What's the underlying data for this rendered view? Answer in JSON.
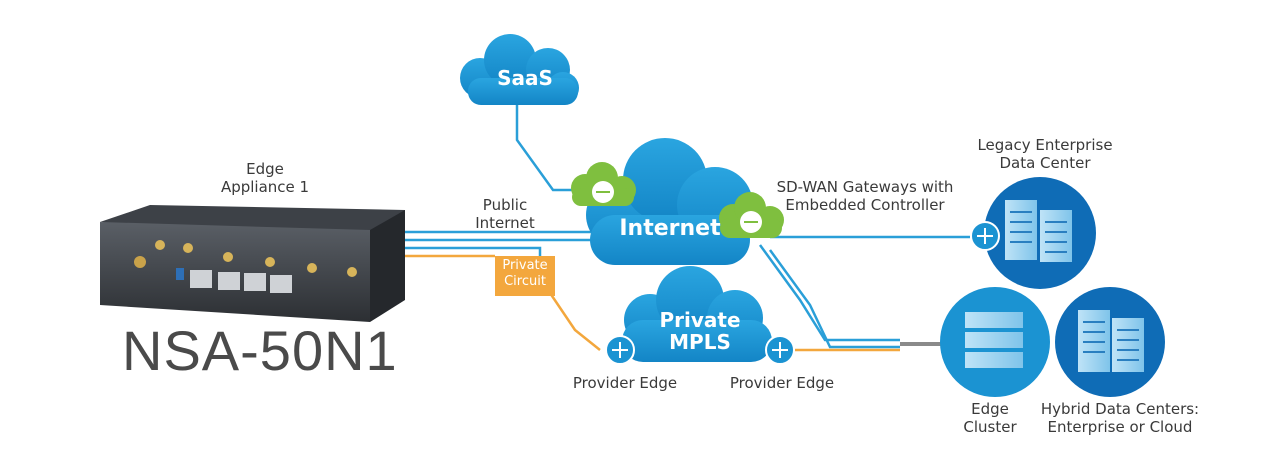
{
  "edge_appliance_label": "Edge\nAppliance 1",
  "model_name": "NSA-50N1",
  "clouds": {
    "saas": "SaaS",
    "internet": "Internet",
    "mpls_line1": "Private",
    "mpls_line2": "MPLS"
  },
  "public_internet_label": "Public\nInternet",
  "private_circuit_label": "Private\nCircuit",
  "sdwan_label": "SD-WAN Gateways with\nEmbedded Controller",
  "legacy_dc_label": "Legacy Enterprise\nData Center",
  "provider_edge_left": "Provider Edge",
  "provider_edge_right": "Provider Edge",
  "edge_cluster_label": "Edge\nCluster",
  "hybrid_dc_label": "Hybrid Data Centers:\nEnterprise or Cloud",
  "colors": {
    "cloud_blue": "#1b93d2",
    "wire_blue": "#2a9fd8",
    "wire_orange": "#f3a73d",
    "gateway_green": "#7fbf3f",
    "circle_blue": "#0f6cb6"
  }
}
